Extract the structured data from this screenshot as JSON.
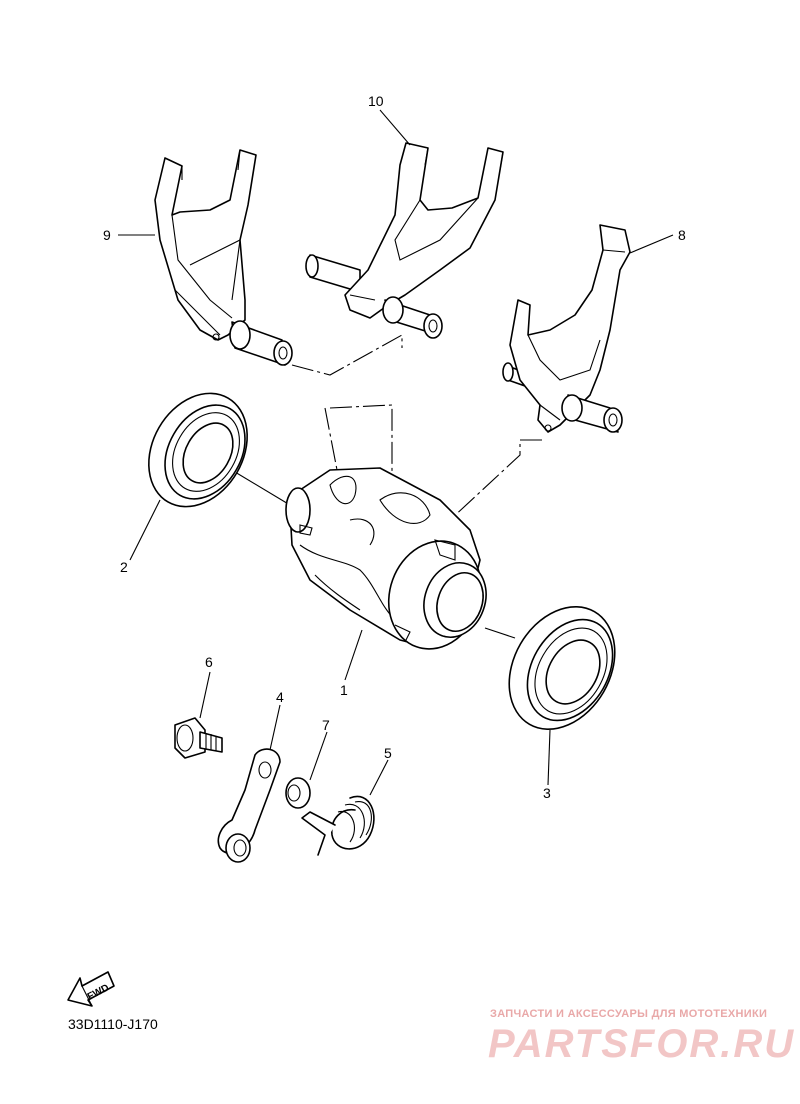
{
  "diagram": {
    "code": "33D1110-J170",
    "fwd_label": "FWD",
    "callouts": [
      {
        "id": "1",
        "label": "1"
      },
      {
        "id": "2",
        "label": "2"
      },
      {
        "id": "3",
        "label": "3"
      },
      {
        "id": "4",
        "label": "4"
      },
      {
        "id": "5",
        "label": "5"
      },
      {
        "id": "6",
        "label": "6"
      },
      {
        "id": "7",
        "label": "7"
      },
      {
        "id": "8",
        "label": "8"
      },
      {
        "id": "9",
        "label": "9"
      },
      {
        "id": "10",
        "label": "10"
      }
    ]
  },
  "watermark": {
    "tagline": "ЗАПЧАСТИ И АКСЕССУАРЫ ДЛЯ МОТОТЕХНИКИ",
    "logo": "PARTSFOR.RU",
    "color": "#e9a8a8"
  }
}
